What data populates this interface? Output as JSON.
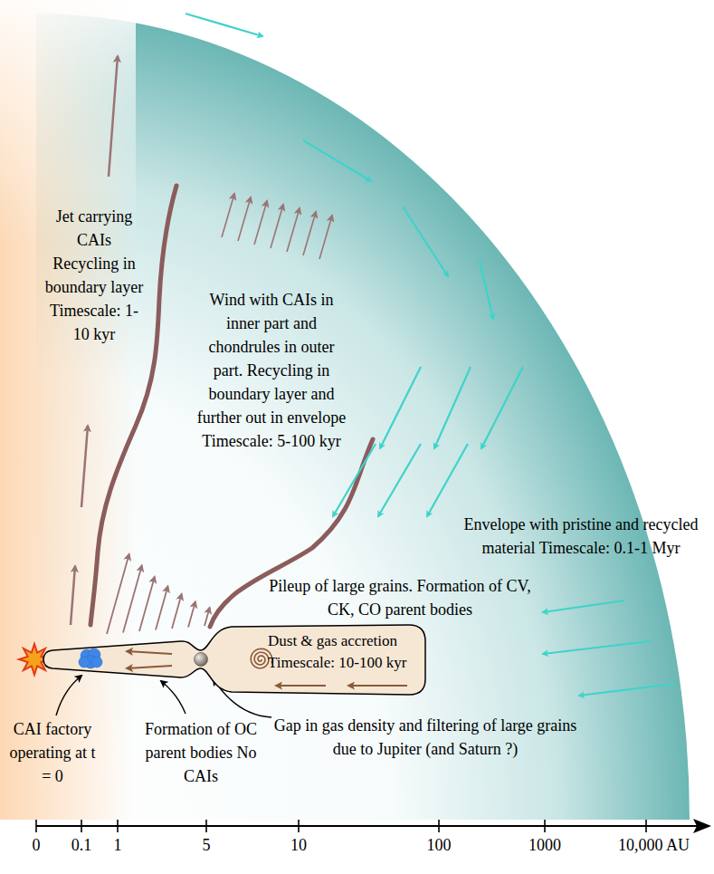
{
  "diagram": {
    "nodes": [
      {
        "text": [
          "Dust & gas accretion",
          "Timescale: 10-100 kyr"
        ]
      }
    ],
    "labels": [
      "Jet carrying CAIs Recycling in boundary layer Timescale: 1-10 kyr",
      "Wind with CAIs in inner part and chondrules in outer part. Recycling in boundary layer and further out in envelope Timescale: 5-100 kyr",
      "Envelope with pristine and recycled material Timescale: 0.1-1 Myr",
      "Pileup of large grains. Formation of CV, CK, CO parent bodies",
      "CAI factory operating at t = 0",
      "Formation of OC parent bodies No CAIs",
      "Gap in gas density and filtering of large grains due to Jupiter (and Saturn ?)",
      "0",
      "0.1",
      "1",
      "5",
      "10",
      "100",
      "1000",
      "10,000 AU"
    ]
  }
}
